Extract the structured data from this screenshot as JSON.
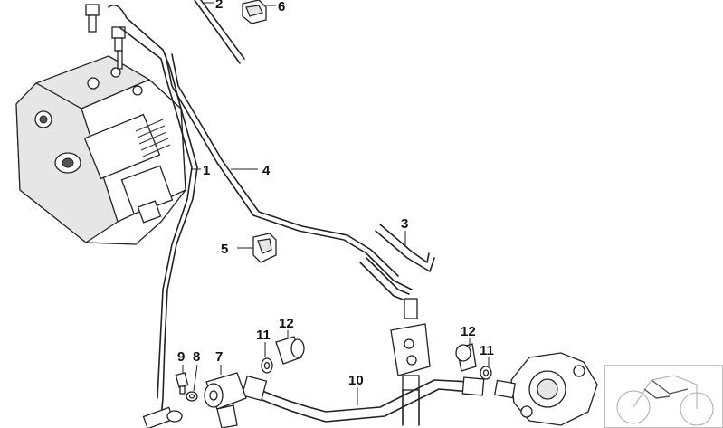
{
  "parts": [
    {
      "number": "1"
    },
    {
      "number": "2"
    },
    {
      "number": "3"
    },
    {
      "number": "4"
    },
    {
      "number": "5"
    },
    {
      "number": "6"
    },
    {
      "number": "7"
    },
    {
      "number": "8"
    },
    {
      "number": "9"
    },
    {
      "number": "10"
    },
    {
      "number": "11"
    },
    {
      "number": "11"
    },
    {
      "number": "12"
    },
    {
      "number": "12"
    }
  ]
}
